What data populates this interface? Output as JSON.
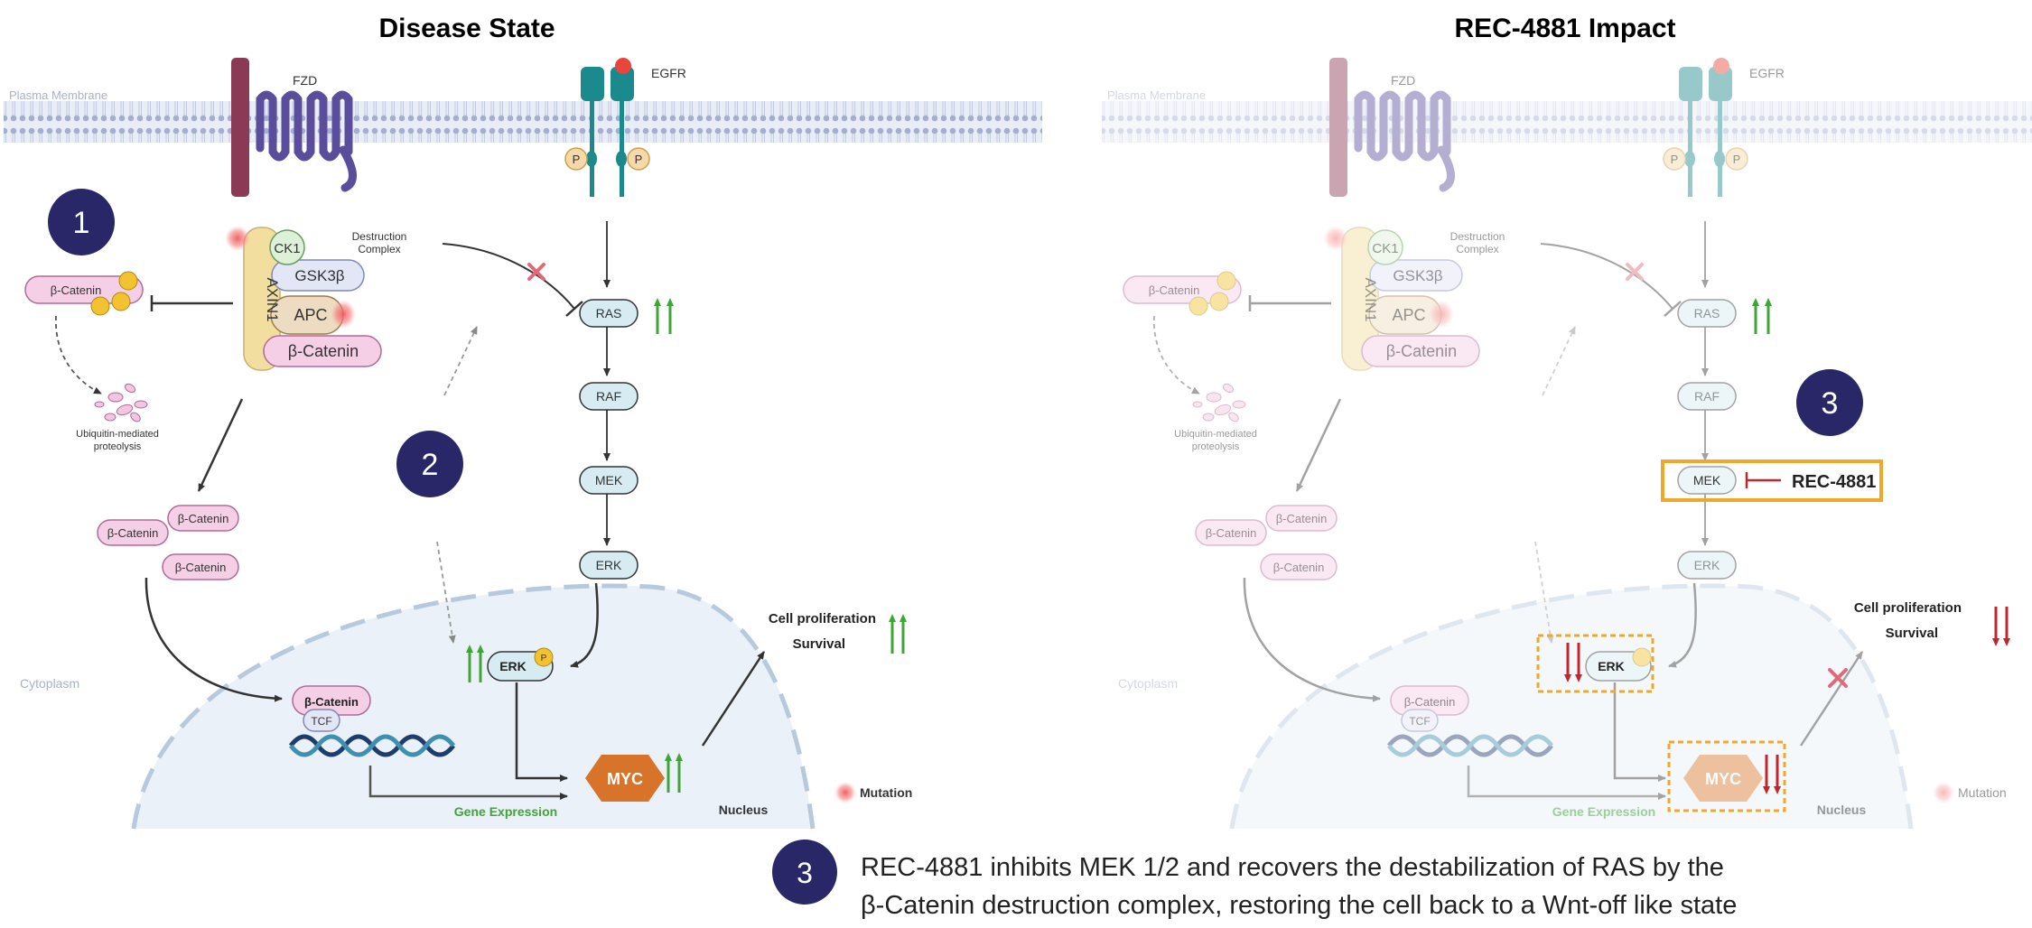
{
  "left_panel": {
    "title": "Disease State",
    "membrane_label": "Plasma Membrane",
    "fzd_label": "FZD",
    "egfr_label": "EGFR",
    "phospho": "P",
    "step_number": "1",
    "step2_number": "2",
    "destruction_complex_line1": "Destruction",
    "destruction_complex_line2": "Complex",
    "ck1": "CK1",
    "gsk3b": "GSK3β",
    "axin1": "AXIN1",
    "apc": "APC",
    "beta_catenin": "β-Catenin",
    "ubiquitin_line1": "Ubiquitin-mediated",
    "ubiquitin_line2": "proteolysis",
    "ras": "RAS",
    "raf": "RAF",
    "mek": "MEK",
    "erk": "ERK",
    "cytoplasm": "Cytoplasm",
    "tcf": "TCF",
    "myc": "MYC",
    "gene_expression": "Gene Expression",
    "nucleus": "Nucleus",
    "mutation": "Mutation",
    "cell_proliferation": "Cell proliferation",
    "survival": "Survival"
  },
  "right_panel": {
    "title": "REC-4881 Impact",
    "membrane_label": "Plasma Membrane",
    "fzd_label": "FZD",
    "egfr_label": "EGFR",
    "phospho": "P",
    "destruction_complex_line1": "Destruction",
    "destruction_complex_line2": "Complex",
    "ck1": "CK1",
    "gsk3b": "GSK3β",
    "axin1": "AXIN1",
    "apc": "APC",
    "beta_catenin": "β-Catenin",
    "ubiquitin_line1": "Ubiquitin-mediated",
    "ubiquitin_line2": "proteolysis",
    "ras": "RAS",
    "raf": "RAF",
    "mek": "MEK",
    "erk": "ERK",
    "step_number": "3",
    "drug": "REC-4881",
    "cytoplasm": "Cytoplasm",
    "tcf": "TCF",
    "myc": "MYC",
    "gene_expression": "Gene Expression",
    "nucleus": "Nucleus",
    "mutation": "Mutation",
    "cell_proliferation": "Cell proliferation",
    "survival": "Survival"
  },
  "caption": {
    "number": "3",
    "line1": "REC-4881 inhibits MEK 1/2 and recovers the destabilization of RAS by the",
    "line2": "β-Catenin destruction complex, restoring the cell back to a Wnt-off like state"
  },
  "colors": {
    "navy": "#2a2768",
    "fzd": "#5a4e9c",
    "egfr": "#1a8a8c",
    "wnt_bar": "#8b3a55",
    "axin": "#f2dfa0",
    "bcat": "#f4cfe6",
    "ras_box": "#d6ecf2",
    "myc": "#d8742a",
    "up_arrow": "#3fa535",
    "down_arrow": "#c0272d",
    "highlight": "#f0a82a",
    "mutation": "#f08080",
    "nucleus_fill": "#eaf1f8",
    "dna_dark": "#1f3c6e",
    "dna_light": "#3e8fb0"
  }
}
